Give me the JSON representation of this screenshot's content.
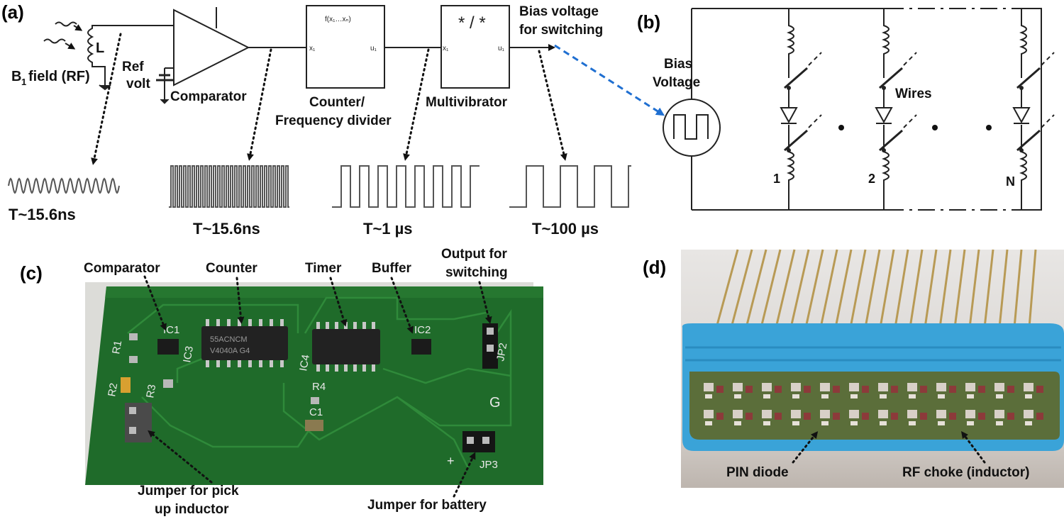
{
  "panels": {
    "a": "(a)",
    "b": "(b)",
    "c": "(c)",
    "d": "(d)"
  },
  "panel_a": {
    "inductor_label": "L",
    "b1_field_label": "field (RF)",
    "b1_symbol": "B",
    "b1_subscript": "1",
    "ref_label_1": "Ref",
    "ref_label_2": "volt",
    "comparator_label": "Comparator",
    "block1_func": "f(x₁…xₙ)",
    "block1_in": "x₁",
    "block1_out": "u₁",
    "counter_label_1": "Counter/",
    "counter_label_2": "Frequency divider",
    "block2_func": "* / *",
    "block2_in": "x₁",
    "block2_out": "u₁",
    "multivibrator_label": "Multivibrator",
    "bias_label_1": "Bias voltage",
    "bias_label_2": "for switching",
    "period_1": "T~15.6ns",
    "period_2": "T~15.6ns",
    "period_3": "T~1 µs",
    "period_4": "T~100 µs"
  },
  "panel_b": {
    "bias_label_1": "Bias",
    "bias_label_2": "Voltage",
    "wires_label": "Wires",
    "branch_1": "1",
    "branch_2": "2",
    "branch_n": "N"
  },
  "panel_c": {
    "comparator": "Comparator",
    "counter": "Counter",
    "timer": "Timer",
    "buffer": "Buffer",
    "output_1": "Output for",
    "output_2": "switching",
    "jumper_inductor_1": "Jumper for pick",
    "jumper_inductor_2": "up inductor",
    "jumper_battery": "Jumper for battery",
    "silk": {
      "ic1": "IC1",
      "ic2": "IC2",
      "ic3": "IC3",
      "ic4": "IC4",
      "r1": "R1",
      "r2": "R2",
      "r3": "R3",
      "r4": "R4",
      "c1": "C1",
      "jp2": "JP2",
      "jp3": "JP3",
      "g": "G",
      "plus": "+",
      "chip_text_1": "55ACNCM",
      "chip_text_2": "V4040A  G4"
    }
  },
  "panel_d": {
    "pin_diode": "PIN diode",
    "rf_choke": "RF choke (inductor)"
  },
  "colors": {
    "pcb_green": "#1f6b2a",
    "pcb_trace": "#2f8a3a",
    "blue_frame": "#3aa3d8",
    "brass": "#b89a55",
    "arrow_blue": "#1f6fd1"
  }
}
